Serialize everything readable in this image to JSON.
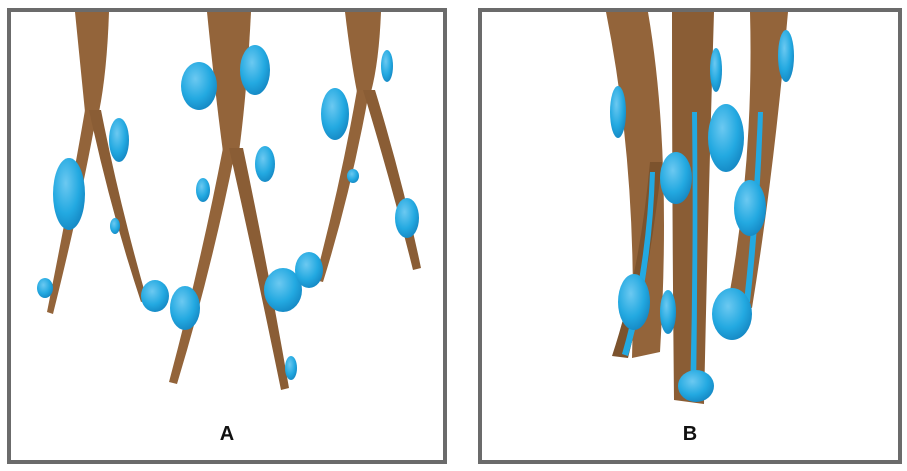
{
  "colors": {
    "fiber": "#93643a",
    "fiber_dark": "#6f4a26",
    "droplet": "#23a9e1",
    "droplet_highlight": "#68c8f0",
    "border": "#6b6b6b",
    "background": "#ffffff"
  },
  "panels": [
    {
      "id": "A",
      "label": "A"
    },
    {
      "id": "B",
      "label": "B"
    }
  ]
}
